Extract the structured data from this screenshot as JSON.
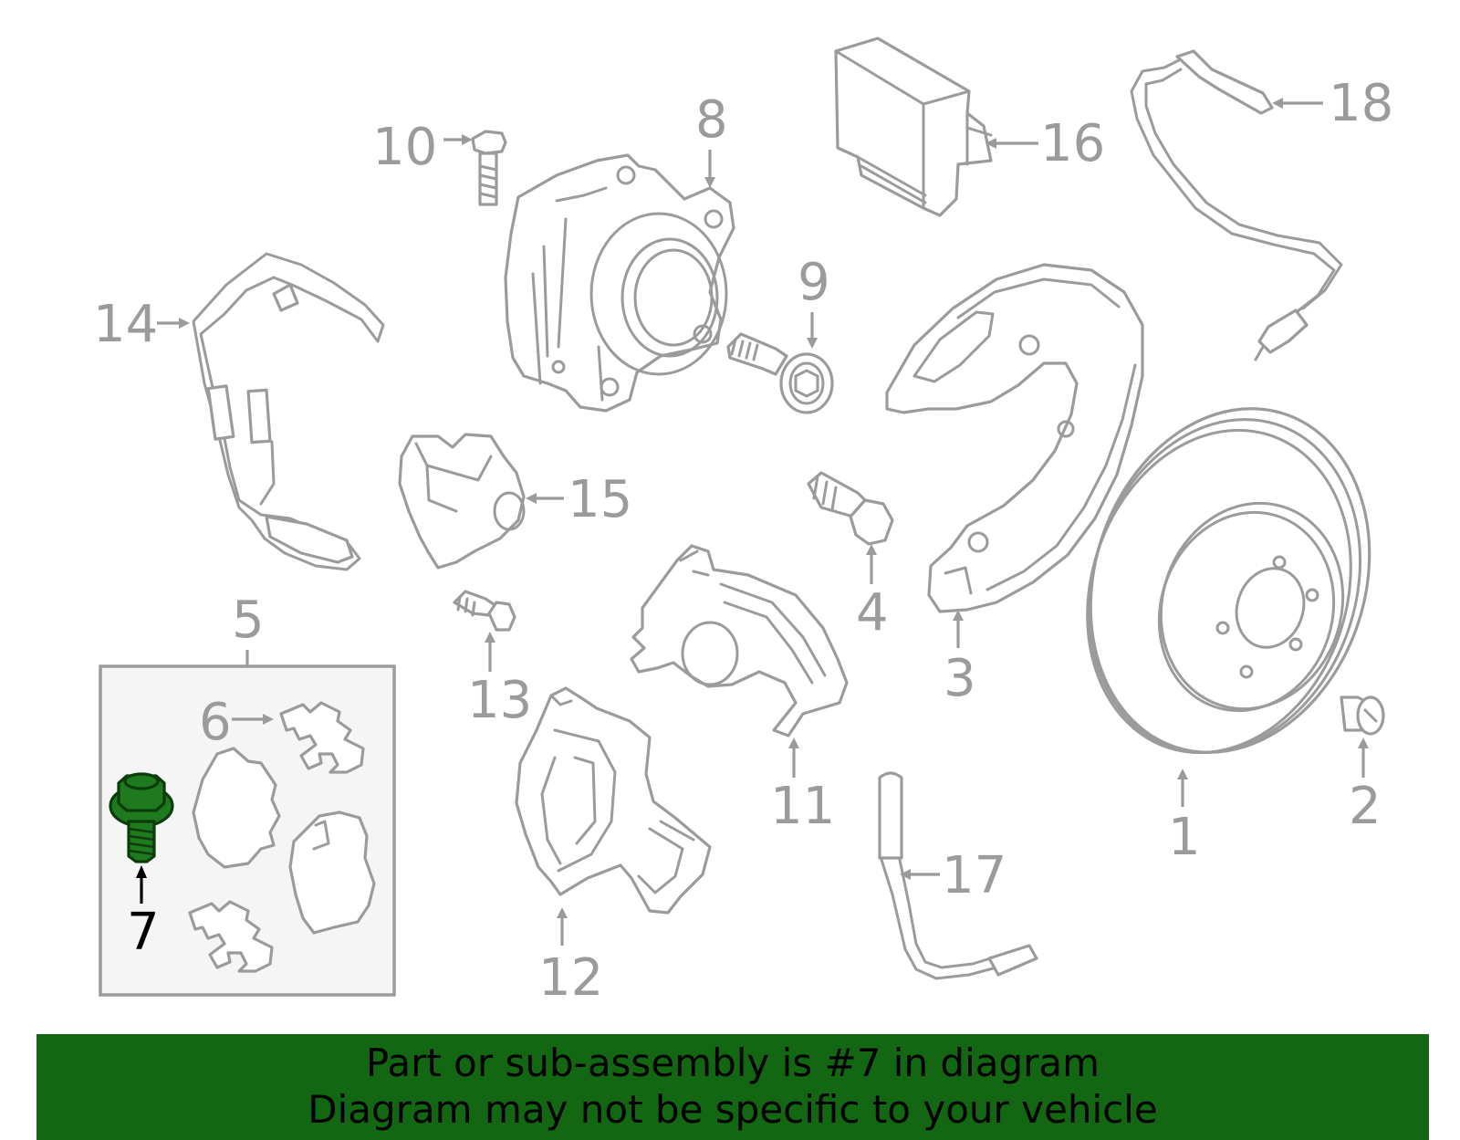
{
  "diagram": {
    "highlighted_part": "7",
    "callouts": [
      "1",
      "2",
      "3",
      "4",
      "5",
      "6",
      "7",
      "8",
      "9",
      "10",
      "11",
      "12",
      "13",
      "14",
      "15",
      "16",
      "17",
      "18"
    ]
  },
  "banner": {
    "line1": "Part or sub-assembly is #7 in diagram",
    "line2": "Diagram may not be specific to your vehicle"
  },
  "colors": {
    "line": "#9b9b9b",
    "highlight_fill": "#1f7a1f",
    "banner_bg": "#136713",
    "box_bg": "#f5f5f5"
  }
}
